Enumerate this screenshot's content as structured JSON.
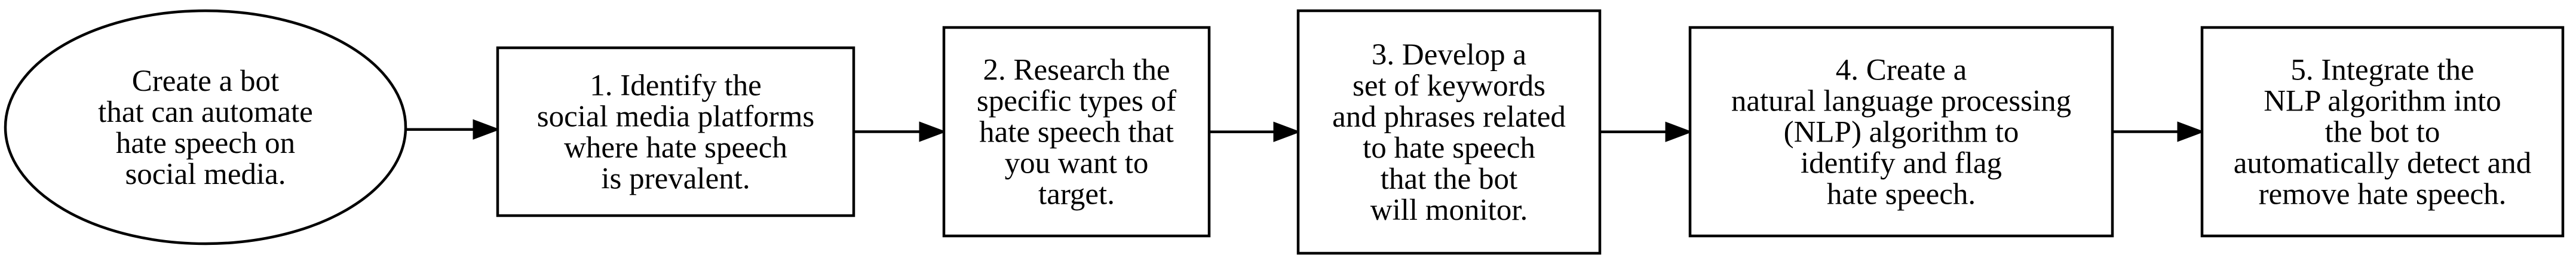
{
  "flowchart": {
    "nodes": [
      {
        "id": "start",
        "shape": "ellipse",
        "lines": [
          "Create a bot",
          "that can automate",
          "hate speech on",
          "social media."
        ]
      },
      {
        "id": "step1",
        "shape": "box",
        "lines": [
          "1. Identify the",
          "social media platforms",
          "where hate speech",
          "is prevalent."
        ]
      },
      {
        "id": "step2",
        "shape": "box",
        "lines": [
          "2. Research the",
          "specific types of",
          "hate speech that",
          "you want to",
          "target."
        ]
      },
      {
        "id": "step3",
        "shape": "box",
        "lines": [
          "3. Develop a",
          "set of keywords",
          "and phrases related",
          "to hate speech",
          "that the bot",
          "will monitor."
        ]
      },
      {
        "id": "step4",
        "shape": "box",
        "lines": [
          "4. Create a",
          "natural language processing",
          "(NLP) algorithm to",
          "identify and flag",
          "hate speech."
        ]
      },
      {
        "id": "step5",
        "shape": "box",
        "lines": [
          "5. Integrate the",
          "NLP algorithm into",
          "the bot to",
          "automatically detect and",
          "remove hate speech."
        ]
      }
    ],
    "edges": [
      {
        "from": "start",
        "to": "step1"
      },
      {
        "from": "step1",
        "to": "step2"
      },
      {
        "from": "step2",
        "to": "step3"
      },
      {
        "from": "step3",
        "to": "step4"
      },
      {
        "from": "step4",
        "to": "step5"
      }
    ]
  }
}
